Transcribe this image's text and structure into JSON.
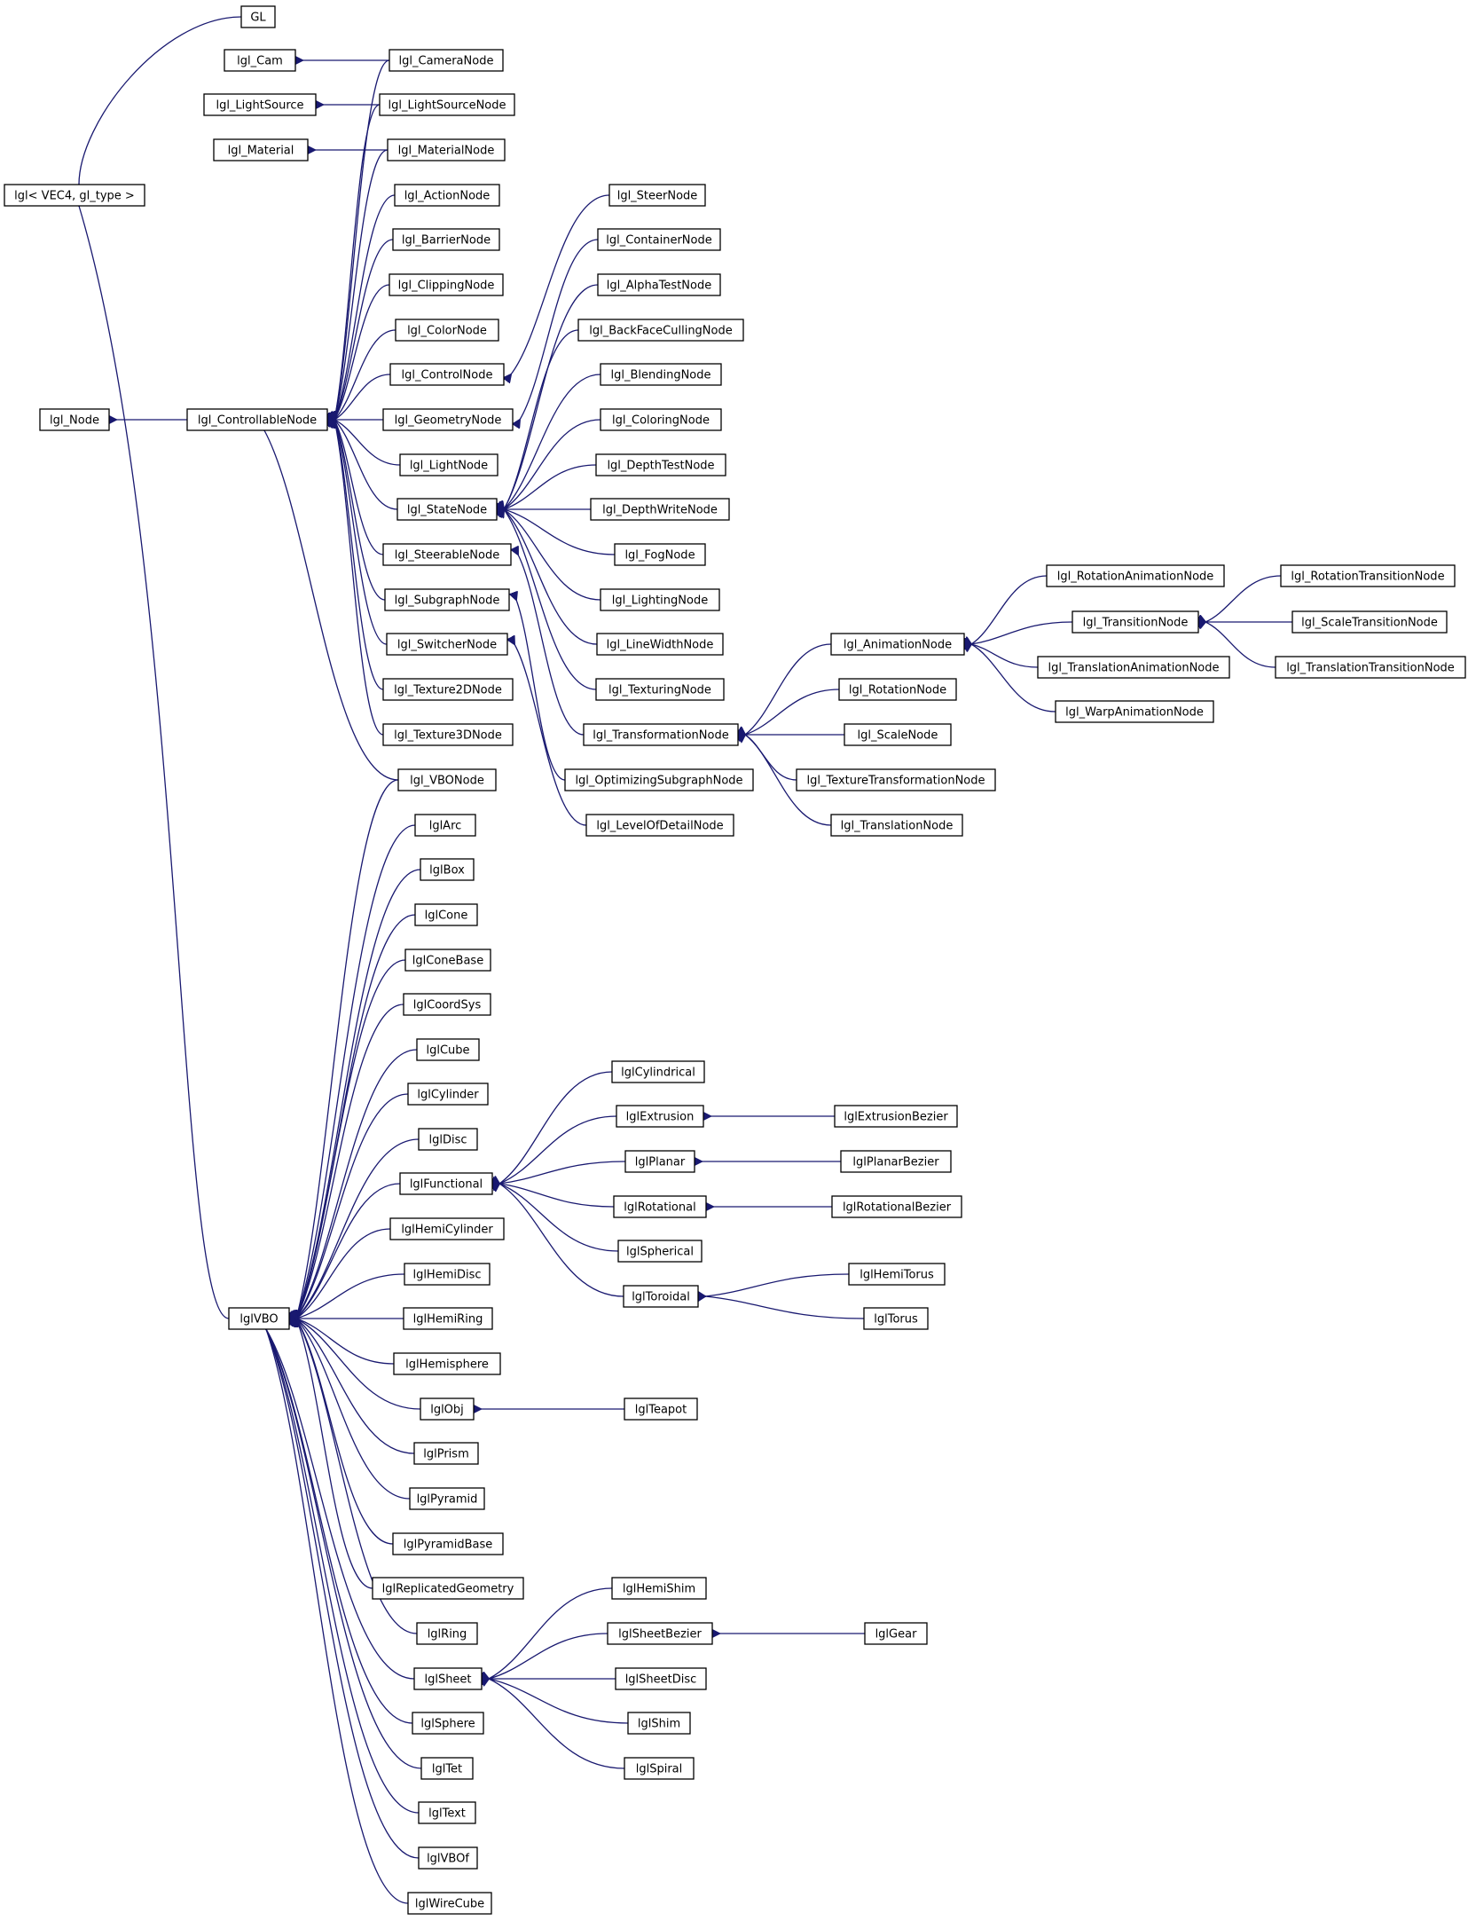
{
  "diagram": {
    "type": "class-inheritance-graph",
    "colors": {
      "edge": "#191970",
      "box_border": "#000000",
      "background": "#ffffff"
    },
    "nodes": [
      {
        "id": "GL",
        "label": "GL"
      },
      {
        "id": "lgl_Cam",
        "label": "lgl_Cam"
      },
      {
        "id": "lgl_LightSource",
        "label": "lgl_LightSource"
      },
      {
        "id": "lgl_Material",
        "label": "lgl_Material"
      },
      {
        "id": "lgl_VEC4",
        "label": "lgl< VEC4, gl_type >"
      },
      {
        "id": "lgl_Node",
        "label": "lgl_Node"
      },
      {
        "id": "lgl_ControllableNode",
        "label": "lgl_ControllableNode"
      },
      {
        "id": "lglVBO",
        "label": "lglVBO"
      },
      {
        "id": "lgl_CameraNode",
        "label": "lgl_CameraNode"
      },
      {
        "id": "lgl_LightSourceNode",
        "label": "lgl_LightSourceNode"
      },
      {
        "id": "lgl_MaterialNode",
        "label": "lgl_MaterialNode"
      },
      {
        "id": "lgl_ActionNode",
        "label": "lgl_ActionNode"
      },
      {
        "id": "lgl_BarrierNode",
        "label": "lgl_BarrierNode"
      },
      {
        "id": "lgl_ClippingNode",
        "label": "lgl_ClippingNode"
      },
      {
        "id": "lgl_ColorNode",
        "label": "lgl_ColorNode"
      },
      {
        "id": "lgl_ControlNode",
        "label": "lgl_ControlNode"
      },
      {
        "id": "lgl_GeometryNode",
        "label": "lgl_GeometryNode"
      },
      {
        "id": "lgl_LightNode",
        "label": "lgl_LightNode"
      },
      {
        "id": "lgl_StateNode",
        "label": "lgl_StateNode"
      },
      {
        "id": "lgl_SteerableNode",
        "label": "lgl_SteerableNode"
      },
      {
        "id": "lgl_SubgraphNode",
        "label": "lgl_SubgraphNode"
      },
      {
        "id": "lgl_SwitcherNode",
        "label": "lgl_SwitcherNode"
      },
      {
        "id": "lgl_Texture2DNode",
        "label": "lgl_Texture2DNode"
      },
      {
        "id": "lgl_Texture3DNode",
        "label": "lgl_Texture3DNode"
      },
      {
        "id": "lgl_VBONode",
        "label": "lgl_VBONode"
      },
      {
        "id": "lgl_SteerNode",
        "label": "lgl_SteerNode"
      },
      {
        "id": "lgl_ContainerNode",
        "label": "lgl_ContainerNode"
      },
      {
        "id": "lgl_AlphaTestNode",
        "label": "lgl_AlphaTestNode"
      },
      {
        "id": "lgl_BackFaceCullingNode",
        "label": "lgl_BackFaceCullingNode"
      },
      {
        "id": "lgl_BlendingNode",
        "label": "lgl_BlendingNode"
      },
      {
        "id": "lgl_ColoringNode",
        "label": "lgl_ColoringNode"
      },
      {
        "id": "lgl_DepthTestNode",
        "label": "lgl_DepthTestNode"
      },
      {
        "id": "lgl_DepthWriteNode",
        "label": "lgl_DepthWriteNode"
      },
      {
        "id": "lgl_FogNode",
        "label": "lgl_FogNode"
      },
      {
        "id": "lgl_LightingNode",
        "label": "lgl_LightingNode"
      },
      {
        "id": "lgl_LineWidthNode",
        "label": "lgl_LineWidthNode"
      },
      {
        "id": "lgl_TexturingNode",
        "label": "lgl_TexturingNode"
      },
      {
        "id": "lgl_TransformationNode",
        "label": "lgl_TransformationNode"
      },
      {
        "id": "lgl_OptimizingSubgraphNode",
        "label": "lgl_OptimizingSubgraphNode"
      },
      {
        "id": "lgl_LevelOfDetailNode",
        "label": "lgl_LevelOfDetailNode"
      },
      {
        "id": "lgl_AnimationNode",
        "label": "lgl_AnimationNode"
      },
      {
        "id": "lgl_RotationNode",
        "label": "lgl_RotationNode"
      },
      {
        "id": "lgl_ScaleNode",
        "label": "lgl_ScaleNode"
      },
      {
        "id": "lgl_TextureTransformationNode",
        "label": "lgl_TextureTransformationNode"
      },
      {
        "id": "lgl_TranslationNode",
        "label": "lgl_TranslationNode"
      },
      {
        "id": "lgl_RotationAnimationNode",
        "label": "lgl_RotationAnimationNode"
      },
      {
        "id": "lgl_TransitionNode",
        "label": "lgl_TransitionNode"
      },
      {
        "id": "lgl_TranslationAnimationNode",
        "label": "lgl_TranslationAnimationNode"
      },
      {
        "id": "lgl_WarpAnimationNode",
        "label": "lgl_WarpAnimationNode"
      },
      {
        "id": "lgl_RotationTransitionNode",
        "label": "lgl_RotationTransitionNode"
      },
      {
        "id": "lgl_ScaleTransitionNode",
        "label": "lgl_ScaleTransitionNode"
      },
      {
        "id": "lgl_TranslationTransitionNode",
        "label": "lgl_TranslationTransitionNode"
      },
      {
        "id": "lglArc",
        "label": "lglArc"
      },
      {
        "id": "lglBox",
        "label": "lglBox"
      },
      {
        "id": "lglCone",
        "label": "lglCone"
      },
      {
        "id": "lglConeBase",
        "label": "lglConeBase"
      },
      {
        "id": "lglCoordSys",
        "label": "lglCoordSys"
      },
      {
        "id": "lglCube",
        "label": "lglCube"
      },
      {
        "id": "lglCylinder",
        "label": "lglCylinder"
      },
      {
        "id": "lglDisc",
        "label": "lglDisc"
      },
      {
        "id": "lglFunctional",
        "label": "lglFunctional"
      },
      {
        "id": "lglHemiCylinder",
        "label": "lglHemiCylinder"
      },
      {
        "id": "lglHemiDisc",
        "label": "lglHemiDisc"
      },
      {
        "id": "lglHemiRing",
        "label": "lglHemiRing"
      },
      {
        "id": "lglHemisphere",
        "label": "lglHemisphere"
      },
      {
        "id": "lglObj",
        "label": "lglObj"
      },
      {
        "id": "lglPrism",
        "label": "lglPrism"
      },
      {
        "id": "lglPyramid",
        "label": "lglPyramid"
      },
      {
        "id": "lglPyramidBase",
        "label": "lglPyramidBase"
      },
      {
        "id": "lglReplicatedGeometry",
        "label": "lglReplicatedGeometry"
      },
      {
        "id": "lglRing",
        "label": "lglRing"
      },
      {
        "id": "lglSheet",
        "label": "lglSheet"
      },
      {
        "id": "lglSphere",
        "label": "lglSphere"
      },
      {
        "id": "lglTet",
        "label": "lglTet"
      },
      {
        "id": "lglText",
        "label": "lglText"
      },
      {
        "id": "lglVBOf",
        "label": "lglVBOf"
      },
      {
        "id": "lglWireCube",
        "label": "lglWireCube"
      },
      {
        "id": "lglCylindrical",
        "label": "lglCylindrical"
      },
      {
        "id": "lglExtrusion",
        "label": "lglExtrusion"
      },
      {
        "id": "lglPlanar",
        "label": "lglPlanar"
      },
      {
        "id": "lglRotational",
        "label": "lglRotational"
      },
      {
        "id": "lglSpherical",
        "label": "lglSpherical"
      },
      {
        "id": "lglToroidal",
        "label": "lglToroidal"
      },
      {
        "id": "lglExtrusionBezier",
        "label": "lglExtrusionBezier"
      },
      {
        "id": "lglPlanarBezier",
        "label": "lglPlanarBezier"
      },
      {
        "id": "lglRotationalBezier",
        "label": "lglRotationalBezier"
      },
      {
        "id": "lglHemiTorus",
        "label": "lglHemiTorus"
      },
      {
        "id": "lglTorus",
        "label": "lglTorus"
      },
      {
        "id": "lglTeapot",
        "label": "lglTeapot"
      },
      {
        "id": "lglHemiShim",
        "label": "lglHemiShim"
      },
      {
        "id": "lglSheetBezier",
        "label": "lglSheetBezier"
      },
      {
        "id": "lglSheetDisc",
        "label": "lglSheetDisc"
      },
      {
        "id": "lglShim",
        "label": "lglShim"
      },
      {
        "id": "lglSpiral",
        "label": "lglSpiral"
      },
      {
        "id": "lglGear",
        "label": "lglGear"
      }
    ],
    "edges": [
      [
        "GL",
        "lgl_VEC4"
      ],
      [
        "lgl_VEC4",
        "lglVBO"
      ],
      [
        "lgl_Node",
        "lgl_ControllableNode"
      ],
      [
        "lgl_Cam",
        "lgl_CameraNode"
      ],
      [
        "lgl_LightSource",
        "lgl_LightSourceNode"
      ],
      [
        "lgl_Material",
        "lgl_MaterialNode"
      ],
      [
        "lgl_ControllableNode",
        "lgl_CameraNode"
      ],
      [
        "lgl_ControllableNode",
        "lgl_LightSourceNode"
      ],
      [
        "lgl_ControllableNode",
        "lgl_MaterialNode"
      ],
      [
        "lgl_ControllableNode",
        "lgl_ActionNode"
      ],
      [
        "lgl_ControllableNode",
        "lgl_BarrierNode"
      ],
      [
        "lgl_ControllableNode",
        "lgl_ClippingNode"
      ],
      [
        "lgl_ControllableNode",
        "lgl_ColorNode"
      ],
      [
        "lgl_ControllableNode",
        "lgl_ControlNode"
      ],
      [
        "lgl_ControllableNode",
        "lgl_GeometryNode"
      ],
      [
        "lgl_ControllableNode",
        "lgl_LightNode"
      ],
      [
        "lgl_ControllableNode",
        "lgl_StateNode"
      ],
      [
        "lgl_ControllableNode",
        "lgl_SteerableNode"
      ],
      [
        "lgl_ControllableNode",
        "lgl_SubgraphNode"
      ],
      [
        "lgl_ControllableNode",
        "lgl_SwitcherNode"
      ],
      [
        "lgl_ControllableNode",
        "lgl_Texture2DNode"
      ],
      [
        "lgl_ControllableNode",
        "lgl_Texture3DNode"
      ],
      [
        "lgl_ControllableNode",
        "lgl_VBONode"
      ],
      [
        "lgl_ControlNode",
        "lgl_SteerNode"
      ],
      [
        "lgl_GeometryNode",
        "lgl_ContainerNode"
      ],
      [
        "lgl_StateNode",
        "lgl_AlphaTestNode"
      ],
      [
        "lgl_StateNode",
        "lgl_BackFaceCullingNode"
      ],
      [
        "lgl_StateNode",
        "lgl_BlendingNode"
      ],
      [
        "lgl_StateNode",
        "lgl_ColoringNode"
      ],
      [
        "lgl_StateNode",
        "lgl_DepthTestNode"
      ],
      [
        "lgl_StateNode",
        "lgl_DepthWriteNode"
      ],
      [
        "lgl_StateNode",
        "lgl_FogNode"
      ],
      [
        "lgl_StateNode",
        "lgl_LightingNode"
      ],
      [
        "lgl_StateNode",
        "lgl_LineWidthNode"
      ],
      [
        "lgl_StateNode",
        "lgl_TexturingNode"
      ],
      [
        "lgl_SteerableNode",
        "lgl_TransformationNode"
      ],
      [
        "lgl_SubgraphNode",
        "lgl_OptimizingSubgraphNode"
      ],
      [
        "lgl_SwitcherNode",
        "lgl_LevelOfDetailNode"
      ],
      [
        "lgl_TransformationNode",
        "lgl_AnimationNode"
      ],
      [
        "lgl_TransformationNode",
        "lgl_RotationNode"
      ],
      [
        "lgl_TransformationNode",
        "lgl_ScaleNode"
      ],
      [
        "lgl_TransformationNode",
        "lgl_TextureTransformationNode"
      ],
      [
        "lgl_TransformationNode",
        "lgl_TranslationNode"
      ],
      [
        "lgl_AnimationNode",
        "lgl_RotationAnimationNode"
      ],
      [
        "lgl_AnimationNode",
        "lgl_TransitionNode"
      ],
      [
        "lgl_AnimationNode",
        "lgl_TranslationAnimationNode"
      ],
      [
        "lgl_AnimationNode",
        "lgl_WarpAnimationNode"
      ],
      [
        "lgl_TransitionNode",
        "lgl_RotationTransitionNode"
      ],
      [
        "lgl_TransitionNode",
        "lgl_ScaleTransitionNode"
      ],
      [
        "lgl_TransitionNode",
        "lgl_TranslationTransitionNode"
      ],
      [
        "lglVBO",
        "lgl_VBONode"
      ],
      [
        "lglVBO",
        "lglArc"
      ],
      [
        "lglVBO",
        "lglBox"
      ],
      [
        "lglVBO",
        "lglCone"
      ],
      [
        "lglVBO",
        "lglConeBase"
      ],
      [
        "lglVBO",
        "lglCoordSys"
      ],
      [
        "lglVBO",
        "lglCube"
      ],
      [
        "lglVBO",
        "lglCylinder"
      ],
      [
        "lglVBO",
        "lglDisc"
      ],
      [
        "lglVBO",
        "lglFunctional"
      ],
      [
        "lglVBO",
        "lglHemiCylinder"
      ],
      [
        "lglVBO",
        "lglHemiDisc"
      ],
      [
        "lglVBO",
        "lglHemiRing"
      ],
      [
        "lglVBO",
        "lglHemisphere"
      ],
      [
        "lglVBO",
        "lglObj"
      ],
      [
        "lglVBO",
        "lglPrism"
      ],
      [
        "lglVBO",
        "lglPyramid"
      ],
      [
        "lglVBO",
        "lglPyramidBase"
      ],
      [
        "lglVBO",
        "lglReplicatedGeometry"
      ],
      [
        "lglVBO",
        "lglRing"
      ],
      [
        "lglVBO",
        "lglSheet"
      ],
      [
        "lglVBO",
        "lglSphere"
      ],
      [
        "lglVBO",
        "lglTet"
      ],
      [
        "lglVBO",
        "lglText"
      ],
      [
        "lglVBO",
        "lglVBOf"
      ],
      [
        "lglVBO",
        "lglWireCube"
      ],
      [
        "lglFunctional",
        "lglCylindrical"
      ],
      [
        "lglFunctional",
        "lglExtrusion"
      ],
      [
        "lglFunctional",
        "lglPlanar"
      ],
      [
        "lglFunctional",
        "lglRotational"
      ],
      [
        "lglFunctional",
        "lglSpherical"
      ],
      [
        "lglFunctional",
        "lglToroidal"
      ],
      [
        "lglExtrusion",
        "lglExtrusionBezier"
      ],
      [
        "lglPlanar",
        "lglPlanarBezier"
      ],
      [
        "lglRotational",
        "lglRotationalBezier"
      ],
      [
        "lglToroidal",
        "lglHemiTorus"
      ],
      [
        "lglToroidal",
        "lglTorus"
      ],
      [
        "lglObj",
        "lglTeapot"
      ],
      [
        "lglSheet",
        "lglHemiShim"
      ],
      [
        "lglSheet",
        "lglSheetBezier"
      ],
      [
        "lglSheet",
        "lglSheetDisc"
      ],
      [
        "lglSheet",
        "lglShim"
      ],
      [
        "lglSheet",
        "lglSpiral"
      ],
      [
        "lglSheetBezier",
        "lglGear"
      ]
    ]
  }
}
